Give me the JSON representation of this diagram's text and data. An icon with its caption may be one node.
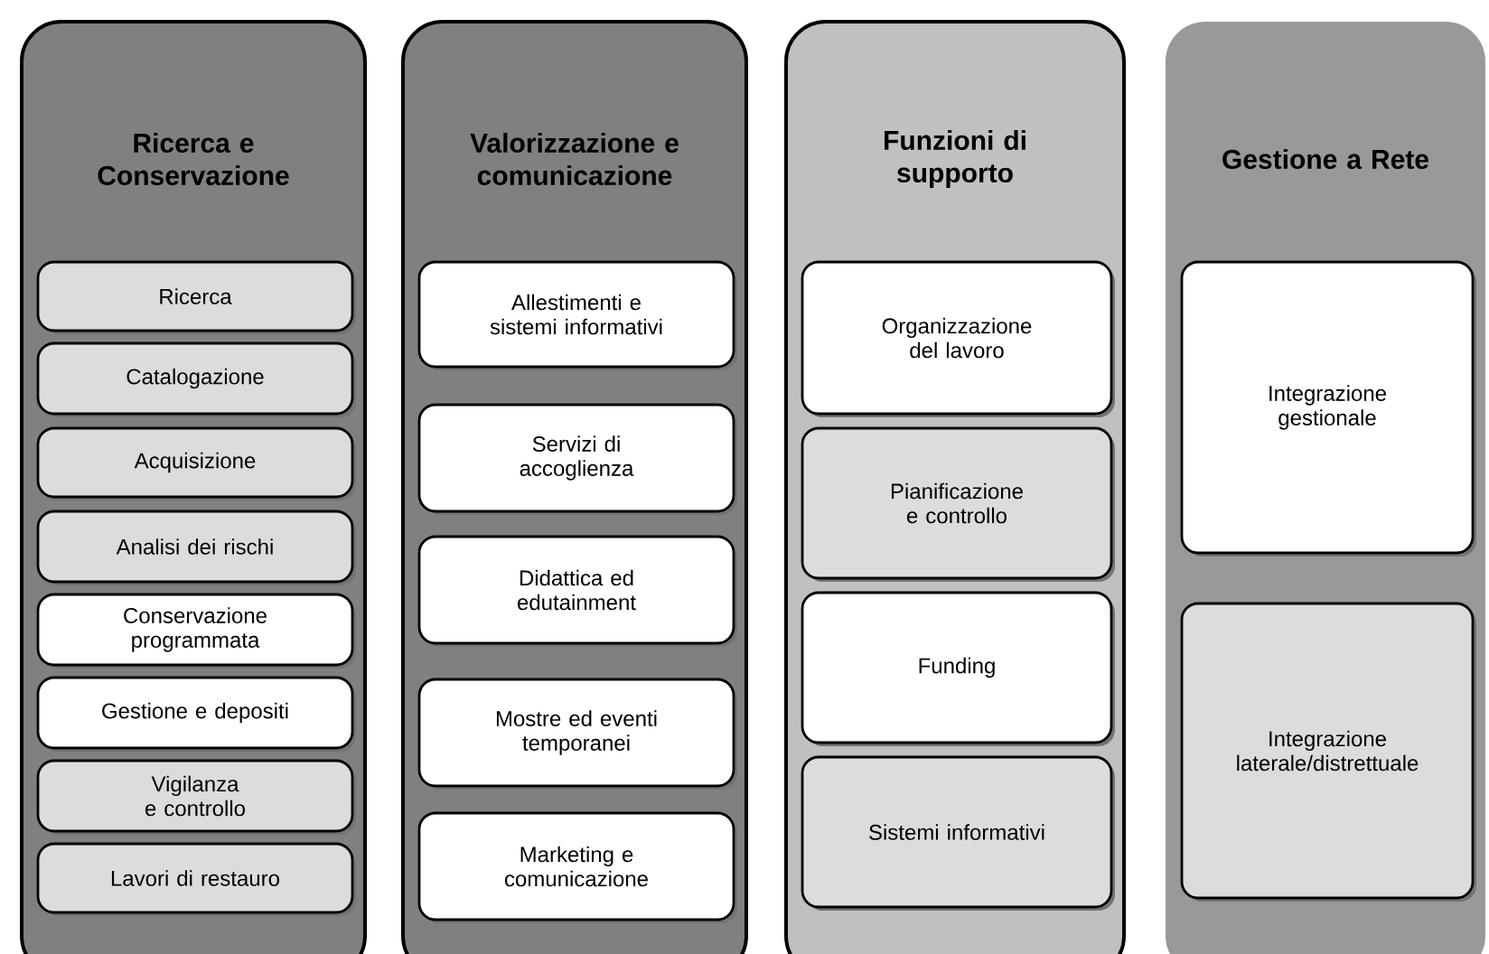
{
  "diagram": {
    "nodes": [
      {
        "text": [
          "Ricerca e Conservazione"
        ]
      },
      {
        "text": [
          "Ricerca"
        ],
        "in": 0
      },
      {
        "text": [
          "Catalogazione"
        ],
        "in": 0
      },
      {
        "text": [
          "Acquisizione"
        ],
        "in": 0
      },
      {
        "text": [
          "Analisi dei rischi"
        ],
        "in": 0
      },
      {
        "text": [
          "Conservazione programmata"
        ],
        "in": 0
      },
      {
        "text": [
          "Gestione e depositi"
        ],
        "in": 0
      },
      {
        "text": [
          "Vigilanza e controllo"
        ],
        "in": 0
      },
      {
        "text": [
          "Lavori di restauro"
        ],
        "in": 0
      },
      {
        "text": [
          "Valorizzazione e comunicazione"
        ]
      },
      {
        "text": [
          "Allestimenti e sistemi informativi"
        ],
        "in": 9
      },
      {
        "text": [
          "Servizi di accoglienza"
        ],
        "in": 9
      },
      {
        "text": [
          "Didattica ed edutainment"
        ],
        "in": 9
      },
      {
        "text": [
          "Mostre ed eventi temporanei"
        ],
        "in": 9
      },
      {
        "text": [
          "Marketing e comunicazione"
        ],
        "in": 9
      },
      {
        "text": [
          "Funzioni di supporto"
        ]
      },
      {
        "text": [
          "Organizzazione del lavoro"
        ],
        "in": 15
      },
      {
        "text": [
          "Pianificazione e controllo"
        ],
        "in": 15
      },
      {
        "text": [
          "Funding"
        ],
        "in": 15
      },
      {
        "text": [
          "Sistemi informativi"
        ],
        "in": 15
      },
      {
        "text": [
          "Gestione a Rete"
        ]
      },
      {
        "text": [
          "Integrazione gestionale"
        ],
        "in": 20
      },
      {
        "text": [
          "Integrazione laterale/distrettuale"
        ],
        "in": 20
      }
    ]
  }
}
